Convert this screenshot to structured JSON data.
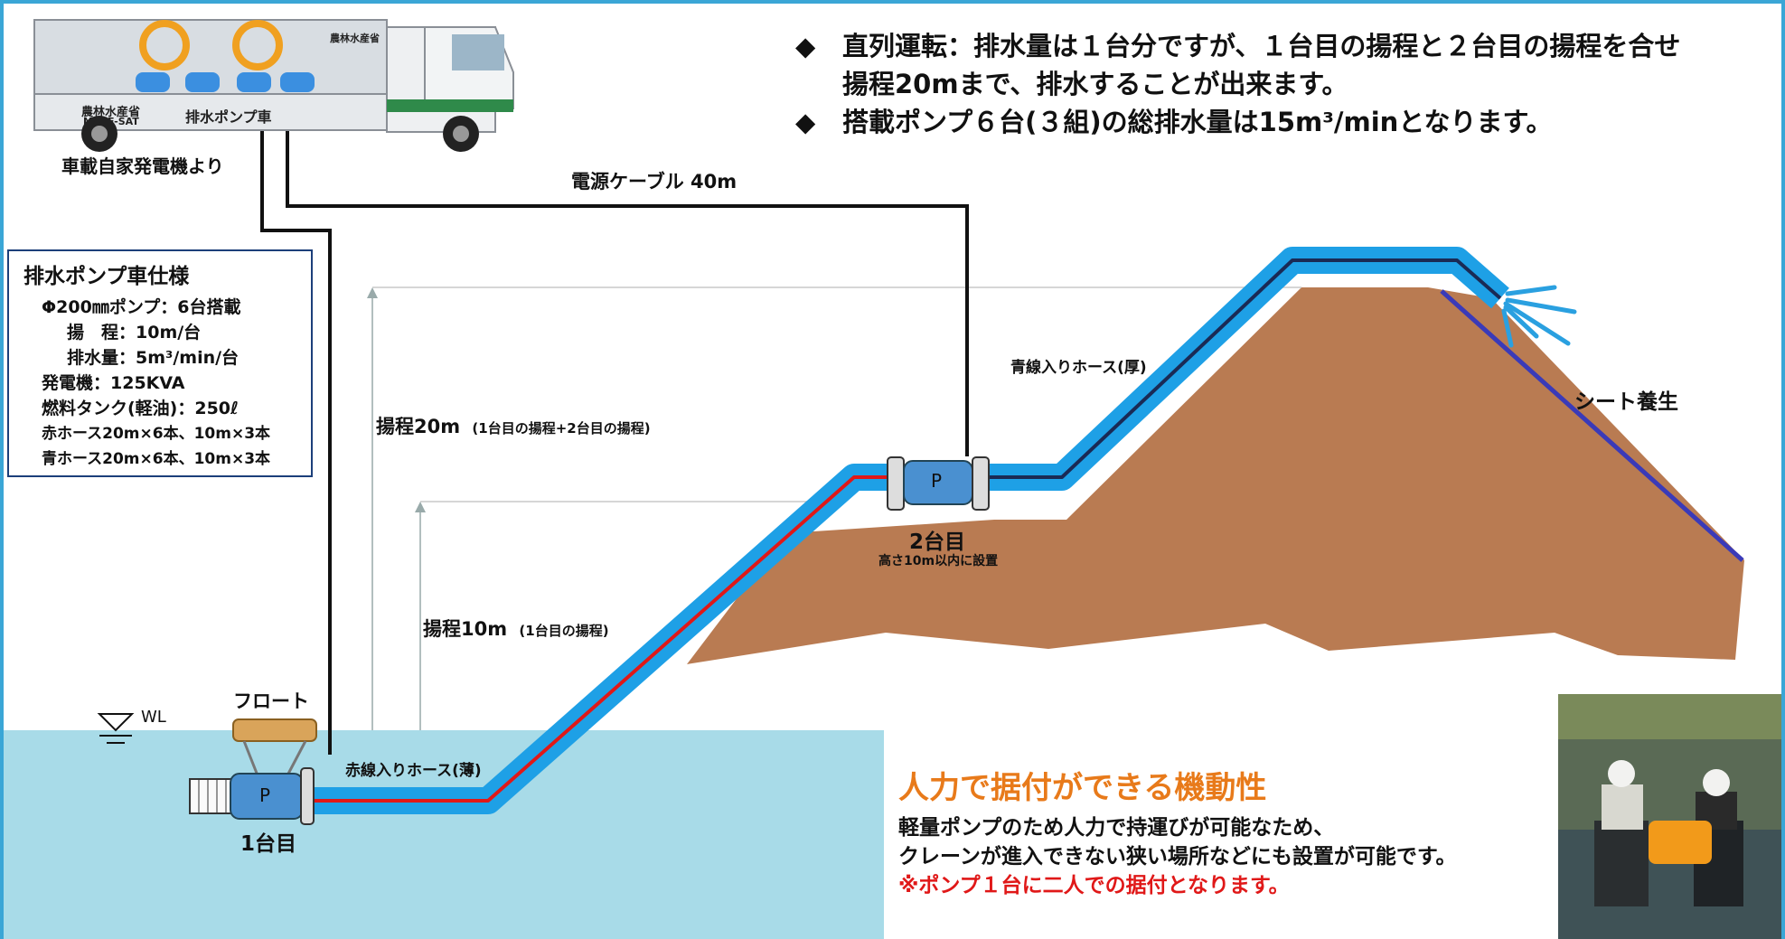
{
  "truck": {
    "side_label_top": "農林水産省",
    "side_label_sub": "MAFF-SAT",
    "side_label_main": "排水ポンプ車",
    "roof_label": "農林水産省",
    "power_source_label": "車載自家発電機より"
  },
  "bullets": [
    {
      "mark": "◆",
      "line1": "直列運転：排水量は１台分ですが、１台目の揚程と２台目の揚程を合せ",
      "line2": "揚程20mまで、排水することが出来ます。"
    },
    {
      "mark": "◆",
      "line1": "搭載ポンプ６台(３組)の総排水量は15m³/minとなります。",
      "line2": ""
    }
  ],
  "spec_box": {
    "title": "排水ポンプ車仕様",
    "lines": [
      "Φ200㎜ポンプ：6台搭載",
      "揚　程：10m/台",
      "排水量：5m³/min/台",
      "発電機：125KVA",
      "燃料タンク(軽油)：250ℓ",
      "赤ホース20m×6本、10m×3本",
      "青ホース20m×6本、10m×3本"
    ]
  },
  "labels": {
    "cable": "電源ケーブル 40m",
    "head_20": "揚程20m",
    "head_20_note": "(1台目の揚程+2台目の揚程)",
    "head_10": "揚程10m",
    "head_10_note": "(1台目の揚程)",
    "blue_hose": "青線入りホース(厚)",
    "red_hose": "赤線入りホース(薄)",
    "sheet": "シート養生",
    "float": "フロート",
    "water_level": "WL",
    "pump_letter_1": "P",
    "pump_letter_2": "P",
    "pump1_name": "1台目",
    "pump2_name": "2台目",
    "pump2_note": "高さ10m以内に設置"
  },
  "features": {
    "heading": "人力で据付ができる機動性",
    "line1": "軽量ポンプのため人力で持運びが可能なため、",
    "line2": "クレーンが進入できない狭い場所などにも設置が可能です。",
    "note": "※ポンプ１台に二人での据付となります。"
  },
  "colors": {
    "water": "#a8dbe8",
    "hose_blue": "#1ea0e6",
    "red_stripe": "#e01818",
    "embankment": "#b97b52",
    "sheet": "#3a3ab8",
    "feature_heading": "#e87a1a",
    "note_red": "#e01818",
    "spec_border": "#1c3f7a"
  }
}
